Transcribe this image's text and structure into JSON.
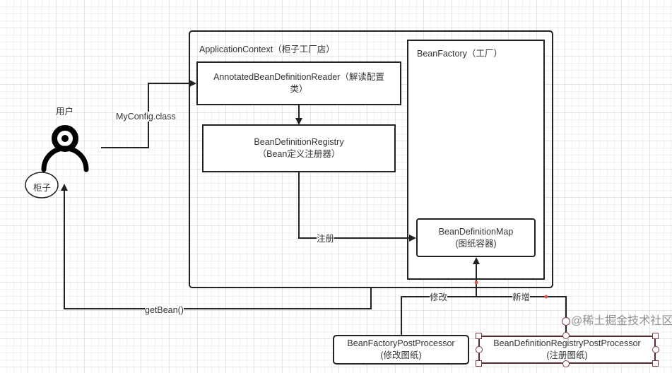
{
  "user": {
    "label": "用户",
    "name": "柜子"
  },
  "edges": {
    "config": "MyConfig.class",
    "register": "注册",
    "get_bean": "getBean()",
    "modify": "修改",
    "add": "新增"
  },
  "app_context": {
    "title": "ApplicationContext（柜子工厂店）"
  },
  "bean_factory": {
    "title": "BeanFactory（工厂）"
  },
  "reader": {
    "line1": "AnnotatedBeanDefinitionReader（解读配置",
    "line2": "类）"
  },
  "registry": {
    "line1": "BeanDefinitionRegistry",
    "line2": "（Bean定义注册器）"
  },
  "map": {
    "line1": "BeanDefinitionMap",
    "line2": "(图纸容器)"
  },
  "bfpp": {
    "line1": "BeanFactoryPostProcessor",
    "line2": "(修改图纸)"
  },
  "bdrpp": {
    "line1": "BeanDefinitionRegistryPostProcessor",
    "line2": "(注册图纸)"
  },
  "watermark": "@稀土掘金技术社区",
  "colors": {
    "stroke": "#222222",
    "selection": "#7a3b42",
    "point": "#d9534f"
  }
}
